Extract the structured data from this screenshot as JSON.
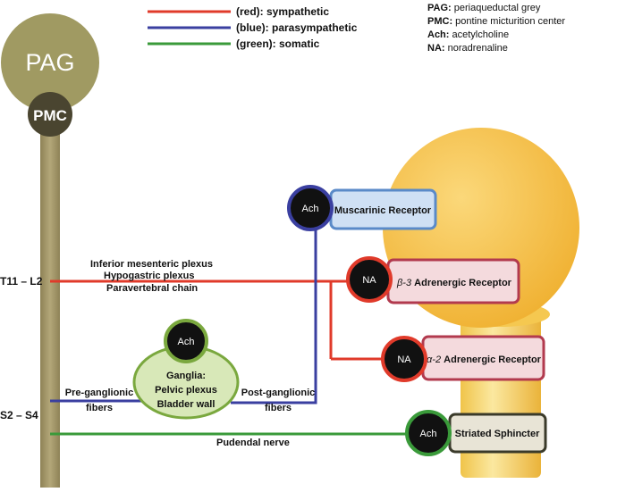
{
  "colors": {
    "sympathetic": "#e03a2a",
    "parasympathetic": "#3a3fa0",
    "somatic": "#3a9a3a",
    "spine": "#a89c6e",
    "pag": "#a09a62",
    "pmc": "#4a4530",
    "bladder": "#f2bb3a",
    "ganglia_fill": "#d8e8b8",
    "ganglia_stroke": "#7aa83e",
    "muscarinic_fill": "#cfe0f4",
    "muscarinic_stroke": "#5a8ac8",
    "adrenergic_fill": "#f4dadd",
    "adrenergic_stroke": "#b23a4e",
    "sphincter_fill": "#e8e4d6",
    "sphincter_stroke": "#3a3a2a"
  },
  "legend": [
    {
      "key": "sympathetic",
      "label": "(red): sympathetic"
    },
    {
      "key": "parasympathetic",
      "label": "(blue): parasympathetic"
    },
    {
      "key": "somatic",
      "label": "(green): somatic"
    }
  ],
  "abbreviations": [
    {
      "abbr": "PAG:",
      "text": " periaqueductal grey"
    },
    {
      "abbr": "PMC:",
      "text": " pontine micturition center"
    },
    {
      "abbr": "Ach:",
      "text": " acetylcholine"
    },
    {
      "abbr": "NA:",
      "text": " noradrenaline"
    }
  ],
  "nodes": {
    "pag": "PAG",
    "pmc": "PMC",
    "ach_muscarinic": "Ach",
    "na_beta": "NA",
    "na_alpha": "NA",
    "ach_ganglia": "Ach",
    "ach_sphincter": "Ach"
  },
  "receptors": {
    "muscarinic": "Muscarinic Receptor",
    "beta_greek": "β-3",
    "beta_rest": " Adrenergic Receptor",
    "alpha_greek": "α-2",
    "alpha_rest": " Adrenergic Receptor",
    "sphincter": "Striated Sphincter"
  },
  "ganglia": {
    "line1": "Ganglia:",
    "line2": "Pelvic plexus",
    "line3": "Bladder wall"
  },
  "spinal_levels": {
    "t11_l2": "T11 – L2",
    "s2_s4": "S2 – S4"
  },
  "pathway_labels": {
    "inferior_mesenteric": "Inferior mesenteric plexus",
    "hypogastric": "Hypogastric plexus",
    "paravertebral": "Paravertebral chain",
    "pre_ganglionic_1": "Pre-ganglionic",
    "pre_ganglionic_2": "fibers",
    "post_ganglionic_1": "Post-ganglionic",
    "post_ganglionic_2": "fibers",
    "pudendal": "Pudendal nerve"
  }
}
